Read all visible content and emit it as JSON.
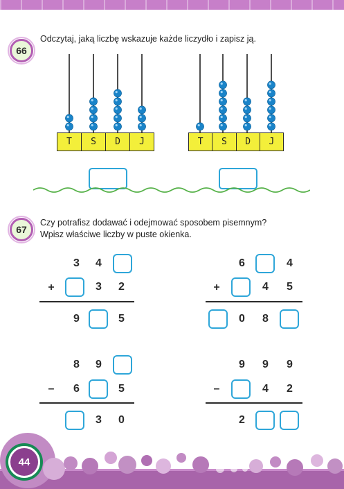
{
  "exercise66": {
    "number": "66",
    "instruction": "Odczytaj, jaką liczbę wskazuje każde liczydło i zapisz ją.",
    "abacus_left": {
      "labels": [
        "T",
        "S",
        "D",
        "J"
      ],
      "beads": [
        2,
        4,
        5,
        3
      ]
    },
    "abacus_right": {
      "labels": [
        "T",
        "S",
        "D",
        "J"
      ],
      "beads": [
        1,
        6,
        4,
        6
      ]
    }
  },
  "exercise67": {
    "number": "67",
    "instruction_line1": "Czy potrafisz dodawać i odejmować sposobem pisemnym?",
    "instruction_line2": "Wpisz właściwe liczby w puste okienka.",
    "problem1": {
      "row1": [
        "3",
        "4",
        ""
      ],
      "op": "+",
      "row2": [
        "",
        "3",
        "2"
      ],
      "result": [
        "9",
        "",
        "5"
      ]
    },
    "problem2": {
      "row1": [
        "6",
        "",
        "4"
      ],
      "op": "+",
      "row2": [
        "",
        "4",
        "5"
      ],
      "result": [
        "",
        "0",
        "8",
        ""
      ]
    },
    "problem3": {
      "row1": [
        "8",
        "9",
        ""
      ],
      "op": "–",
      "row2": [
        "6",
        "",
        "5"
      ],
      "result": [
        "",
        "3",
        "0"
      ]
    },
    "problem4": {
      "row1": [
        "9",
        "9",
        "9"
      ],
      "op": "–",
      "row2": [
        "",
        "4",
        "2"
      ],
      "result": [
        "2",
        "",
        ""
      ]
    }
  },
  "page_number": "44",
  "colors": {
    "bead": "#1a84c9",
    "label_bg": "#f3ef3a",
    "box_border": "#2ea6d9",
    "accent": "#b25db3"
  }
}
